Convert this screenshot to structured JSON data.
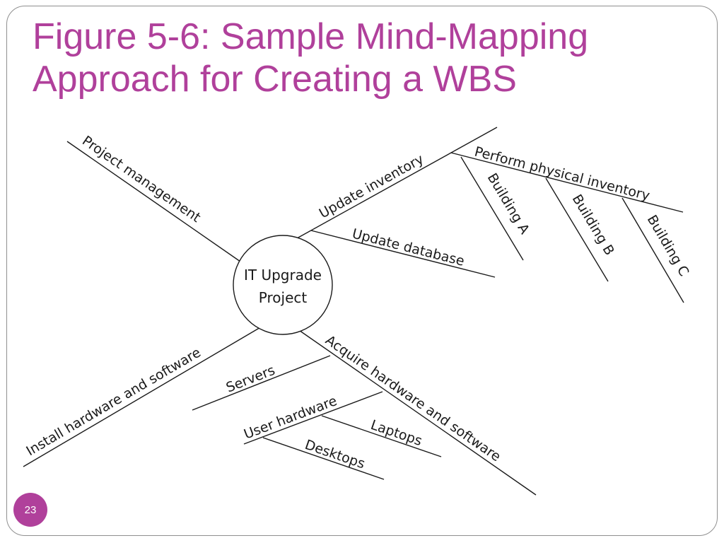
{
  "slide": {
    "title_lines": [
      "Figure 5-6: Sample Mind-Mapping",
      "Approach for Creating a WBS"
    ],
    "page_number": "23",
    "accent_color": "#b0409b"
  },
  "mind_map": {
    "center": [
      "IT Upgrade",
      "Project"
    ],
    "branches": {
      "project_management": "Project  management",
      "update_inventory": "Update inventory",
      "update_database": "Update database",
      "perform_physical_inventory": "Perform physical inventory",
      "building_a": "Building A",
      "building_b": "Building B",
      "building_c": "Building C",
      "install_hardware_software": "Install hardware and software",
      "acquire_hardware_software": "Acquire hardware and software",
      "servers": "Servers",
      "user_hardware": "User hardware",
      "laptops": "Laptops",
      "desktops": "Desktops"
    }
  }
}
